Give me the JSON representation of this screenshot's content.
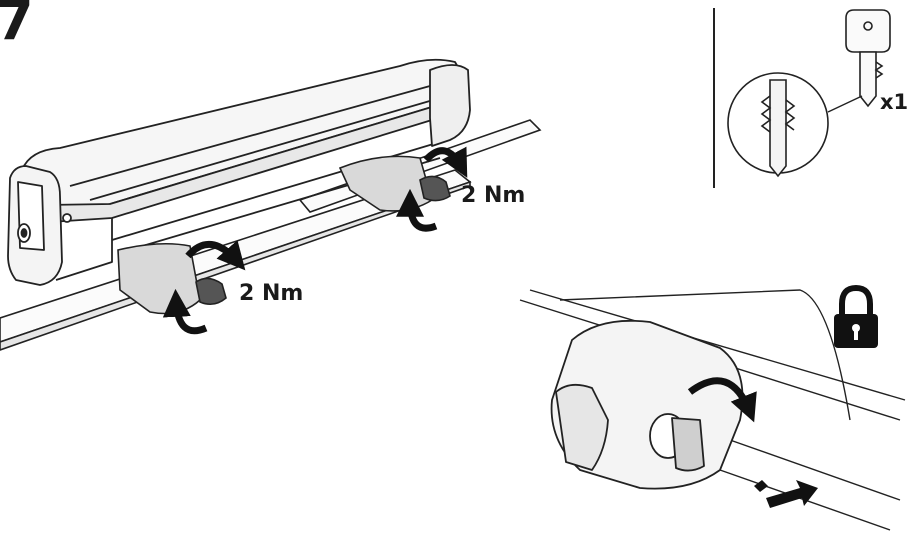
{
  "step": {
    "number": "7"
  },
  "torque": {
    "rear_value": "2 Nm",
    "front_value": "2 Nm"
  },
  "key": {
    "quantity": "x1"
  },
  "colors": {
    "ink": "#1a1a1a",
    "part_fill": "#f2f2f2",
    "knob_fill": "#555555",
    "clamp_fill": "#d9d9d9"
  },
  "icons": {
    "lock": "padlock-icon",
    "key": "key-icon",
    "direction": "arrow-right-icon"
  }
}
